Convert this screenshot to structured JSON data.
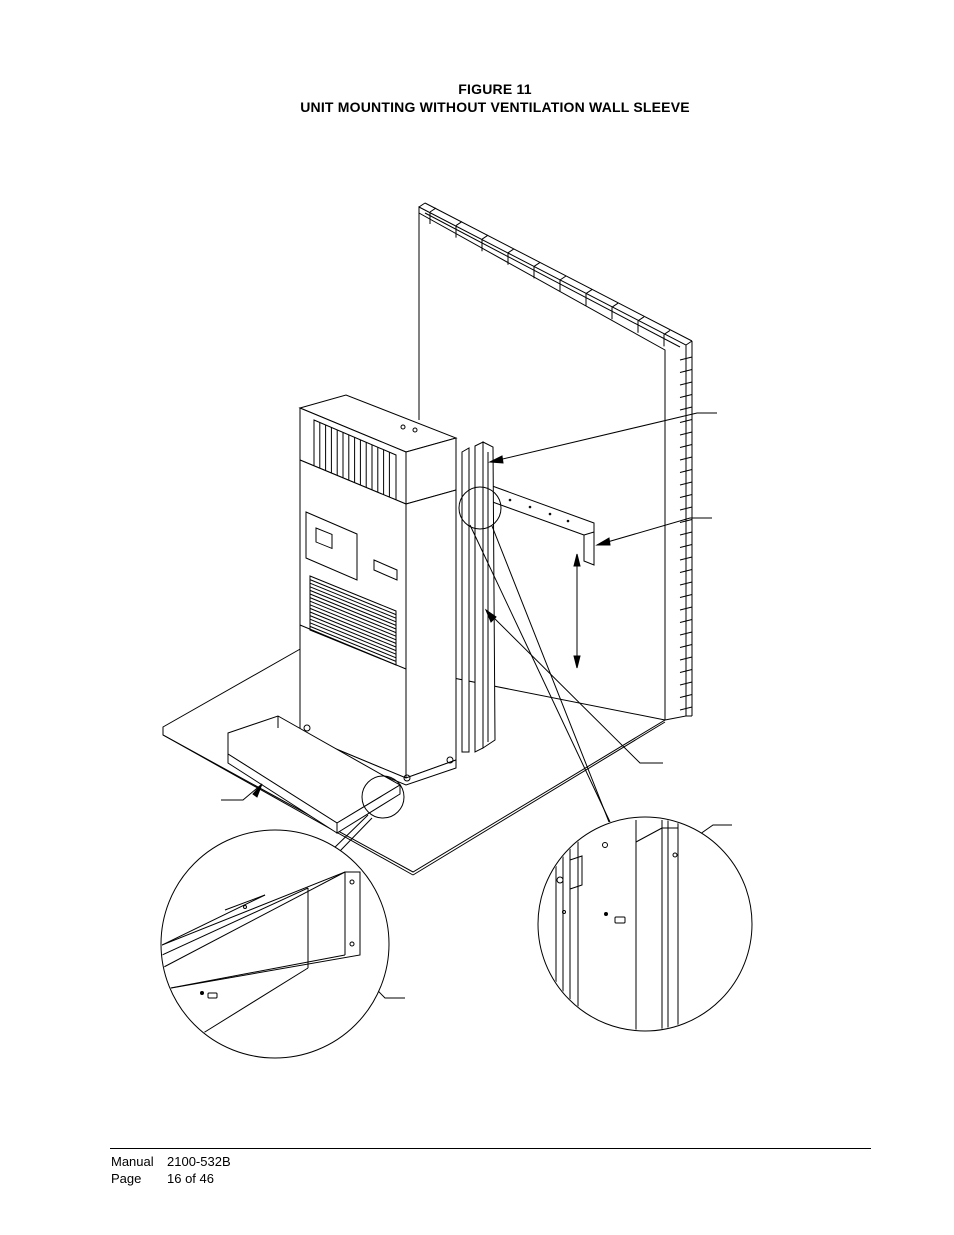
{
  "figure": {
    "number": "FIGURE  11",
    "caption": "UNIT MOUNTING WITHOUT VENTILATION WALL SLEEVE"
  },
  "footer": {
    "manual_label": "Manual",
    "manual_value": "2100-532B",
    "page_label": "Page",
    "page_value": "16 of 46"
  }
}
